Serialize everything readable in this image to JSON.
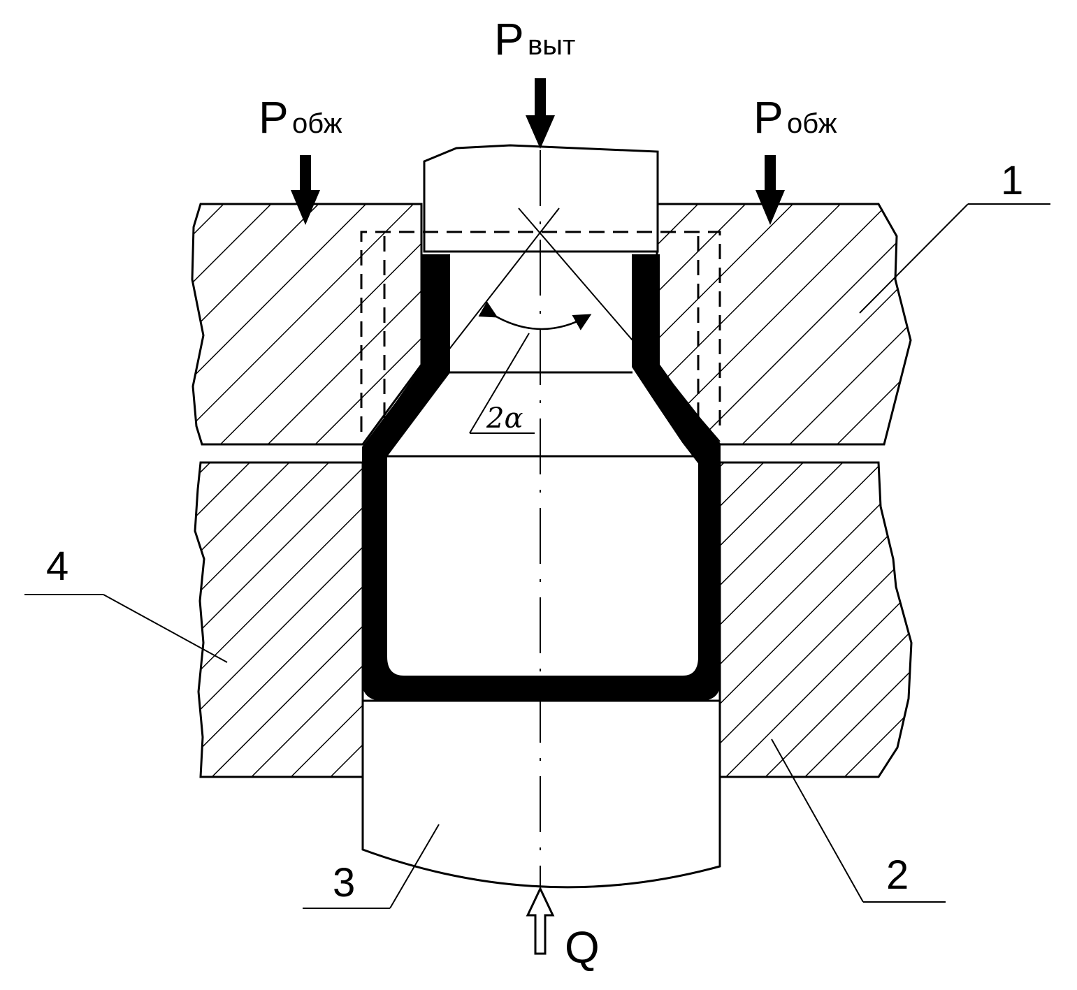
{
  "labels": {
    "force_eject_main": "P",
    "force_eject_sub": "выт",
    "force_crimp_main": "P",
    "force_crimp_sub": "обж",
    "force_q": "Q",
    "angle": "2α"
  },
  "callouts": {
    "part_1": "1",
    "part_2": "2",
    "part_3": "3",
    "part_4": "4"
  },
  "colors": {
    "ink": "#000000",
    "background": "#ffffff"
  }
}
